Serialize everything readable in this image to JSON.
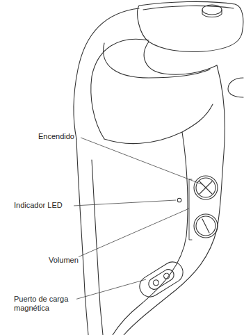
{
  "diagram": {
    "labels": [
      "Encendido",
      "Indicador LED",
      "Volumen",
      "Puerto de carga magnética"
    ]
  }
}
